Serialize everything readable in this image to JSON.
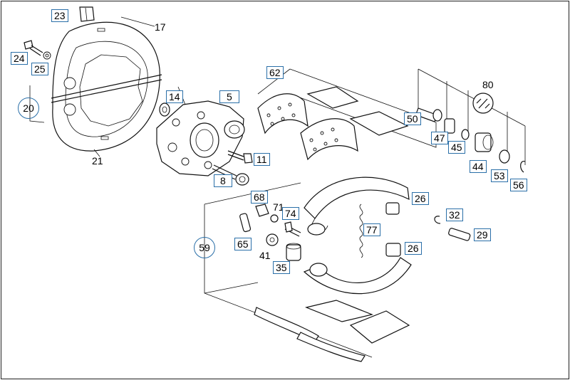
{
  "labels": [
    {
      "id": "23",
      "text": "23",
      "style": "boxed"
    },
    {
      "id": "17",
      "text": "17",
      "style": "plain"
    },
    {
      "id": "24",
      "text": "24",
      "style": "boxed"
    },
    {
      "id": "25",
      "text": "25",
      "style": "boxed"
    },
    {
      "id": "20",
      "text": "20",
      "style": "circled"
    },
    {
      "id": "21",
      "text": "21",
      "style": "plain"
    },
    {
      "id": "14",
      "text": "14",
      "style": "boxed"
    },
    {
      "id": "5",
      "text": "5",
      "style": "boxed"
    },
    {
      "id": "11",
      "text": "11",
      "style": "boxed"
    },
    {
      "id": "8",
      "text": "8",
      "style": "boxed"
    },
    {
      "id": "62",
      "text": "62",
      "style": "boxed"
    },
    {
      "id": "80",
      "text": "80",
      "style": "plain"
    },
    {
      "id": "50",
      "text": "50",
      "style": "boxed"
    },
    {
      "id": "47",
      "text": "47",
      "style": "boxed"
    },
    {
      "id": "45",
      "text": "45",
      "style": "boxed"
    },
    {
      "id": "44",
      "text": "44",
      "style": "boxed"
    },
    {
      "id": "53",
      "text": "53",
      "style": "boxed"
    },
    {
      "id": "56",
      "text": "56",
      "style": "boxed"
    },
    {
      "id": "68",
      "text": "68",
      "style": "boxed"
    },
    {
      "id": "71",
      "text": "71",
      "style": "plain"
    },
    {
      "id": "74",
      "text": "74",
      "style": "boxed"
    },
    {
      "id": "26a",
      "text": "26",
      "style": "boxed"
    },
    {
      "id": "32",
      "text": "32",
      "style": "boxed"
    },
    {
      "id": "77",
      "text": "77",
      "style": "boxed"
    },
    {
      "id": "29",
      "text": "29",
      "style": "boxed"
    },
    {
      "id": "26b",
      "text": "26",
      "style": "boxed"
    },
    {
      "id": "59",
      "text": "59",
      "style": "circled"
    },
    {
      "id": "65",
      "text": "65",
      "style": "boxed"
    },
    {
      "id": "41",
      "text": "41",
      "style": "plain"
    },
    {
      "id": "35",
      "text": "35",
      "style": "boxed"
    }
  ]
}
